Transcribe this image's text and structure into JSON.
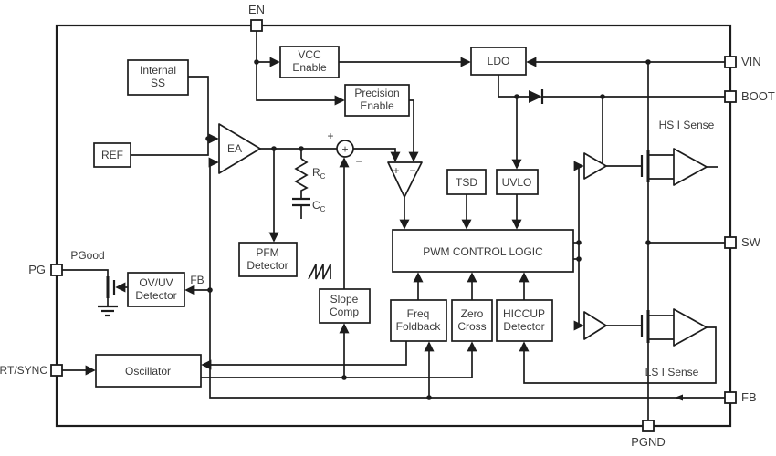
{
  "pins": {
    "en": "EN",
    "vin": "VIN",
    "boot": "BOOT",
    "sw": "SW",
    "fb": "FB",
    "pgnd": "PGND",
    "pg": "PG",
    "rt_sync": "RT/SYNC"
  },
  "blocks": {
    "internal_ss": {
      "line1": "Internal",
      "line2": "SS"
    },
    "ref": "REF",
    "vcc_enable": {
      "line1": "VCC",
      "line2": "Enable"
    },
    "precision_enable": {
      "line1": "Precision",
      "line2": "Enable"
    },
    "ldo": "LDO",
    "tsd": "TSD",
    "uvlo": "UVLO",
    "pwm_control_logic": "PWM CONTROL LOGIC",
    "pfm_detector": {
      "line1": "PFM",
      "line2": "Detector"
    },
    "ovuv_detector": {
      "line1": "OV/UV",
      "line2": "Detector"
    },
    "oscillator": "Oscillator",
    "slope_comp": {
      "line1": "Slope",
      "line2": "Comp"
    },
    "freq_foldback": {
      "line1": "Freq",
      "line2": "Foldback"
    },
    "zero_cross": {
      "line1": "Zero",
      "line2": "Cross"
    },
    "hiccup_detector": {
      "line1": "HICCUP",
      "line2": "Detector"
    }
  },
  "labels": {
    "ea": "EA",
    "pgood": "PGood",
    "fb_node": "FB",
    "hs_i_sense": "HS I Sense",
    "ls_i_sense": "LS I Sense",
    "rc": {
      "main": "R",
      "sub": "C"
    },
    "cc": {
      "main": "C",
      "sub": "C"
    },
    "summing": {
      "inner": "+",
      "plus": "+",
      "minus": "−"
    },
    "comparator": {
      "plus": "+",
      "minus": "−"
    }
  },
  "colors": {
    "wire": "#1c1c1c",
    "text": "#3a3a3a",
    "background": "#ffffff"
  }
}
